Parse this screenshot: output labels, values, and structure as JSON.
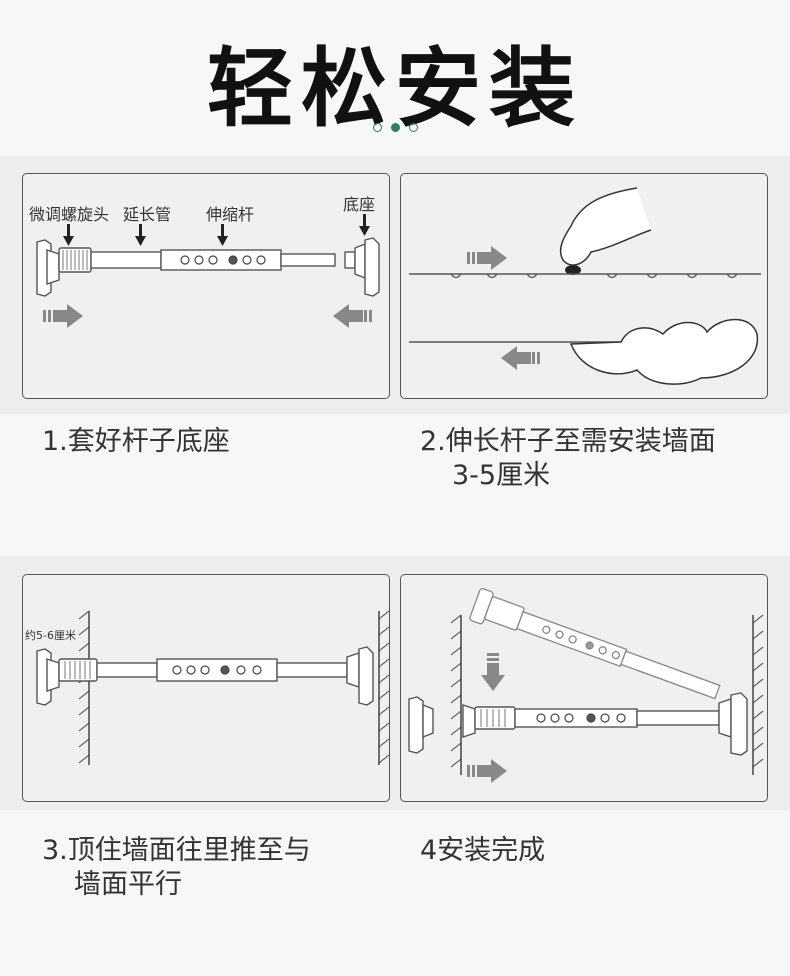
{
  "title": "轻松安装",
  "panels": {
    "p1": {
      "label_fine_tune": "微调螺旋头",
      "label_extension": "延长管",
      "label_telescopic": "伸缩杆",
      "label_base": "底座"
    },
    "p3": {
      "label_gap": "约5-6厘米"
    }
  },
  "steps": {
    "s1": {
      "line1": "1.套好杆子底座",
      "line2": ""
    },
    "s2": {
      "line1": "2.伸长杆子至需安装墙面",
      "line2": "3-5厘米"
    },
    "s3": {
      "line1": "3.顶住墙面往里推至与",
      "line2": "墙面平行"
    },
    "s4": {
      "line1": "4安装完成",
      "line2": ""
    }
  },
  "colors": {
    "accent": "#2e7d5b",
    "arrow": "#777777",
    "panel_border": "#555555"
  },
  "icons": [
    "push-right-arrow-icon",
    "push-left-arrow-icon",
    "push-down-arrow-icon"
  ]
}
